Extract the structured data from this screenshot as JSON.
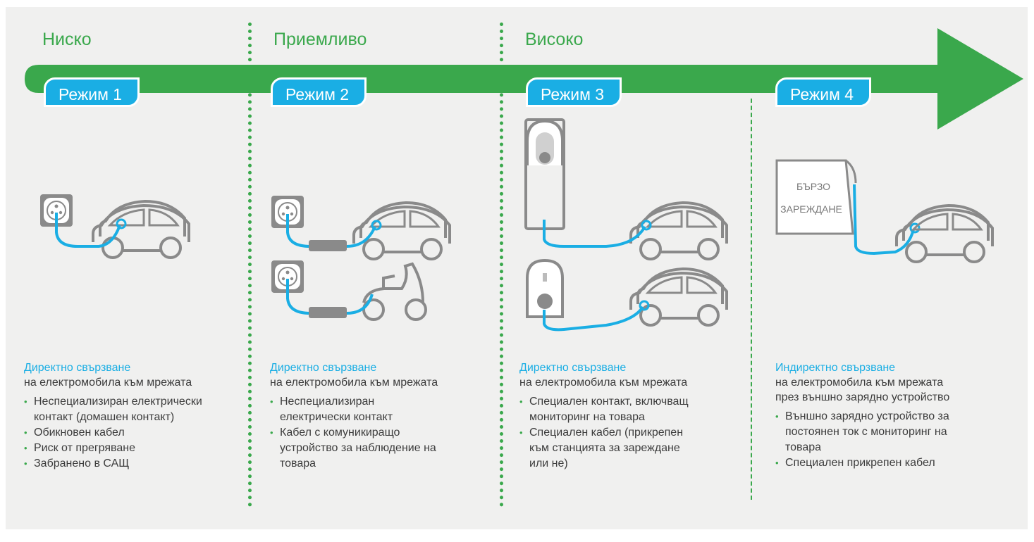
{
  "colors": {
    "green": "#3aa84c",
    "blue": "#1aaee4",
    "gray": "#888888",
    "background": "#f0f0ef"
  },
  "levels": [
    {
      "label": "Ниско"
    },
    {
      "label": "Приемливо"
    },
    {
      "label": "Високо"
    }
  ],
  "modes": [
    {
      "label": "Режим 1"
    },
    {
      "label": "Режим 2"
    },
    {
      "label": "Режим 3"
    },
    {
      "label": "Режим 4"
    }
  ],
  "fast_charger_label": [
    "БЪРЗО",
    "ЗАРЕЖДАНЕ"
  ],
  "descriptions": [
    {
      "heading": "Директно свързване",
      "subheading": "на електромобила към мрежата",
      "bullets": [
        "Неспециализиран електрически\nконтакт (домашен контакт)",
        "Обикновен кабел",
        "Риск от прегряване",
        "Забранено в САЩ"
      ]
    },
    {
      "heading": "Директно свързване",
      "subheading": "на електромобила към мрежата",
      "bullets": [
        "Неспециализиран\nелектрически контакт",
        "Кабел с комуникиращо\nустройство за наблюдение на\nтовара"
      ]
    },
    {
      "heading": "Директно свързване",
      "subheading": "на електромобила към мрежата",
      "bullets": [
        "Специален контакт, включващ\nмониторинг на товара",
        "Специален кабел (прикрепен\nкъм станцията за зареждане\nили не)"
      ]
    },
    {
      "heading": "Индиректно свързване",
      "subheading": "на електромобила към мрежата\nпрез външно зарядно устройство",
      "bullets": [
        "Външно зарядно устройство за\nпостоянен ток с мониторинг на\nтовара",
        "Специален прикрепен кабел"
      ]
    }
  ]
}
